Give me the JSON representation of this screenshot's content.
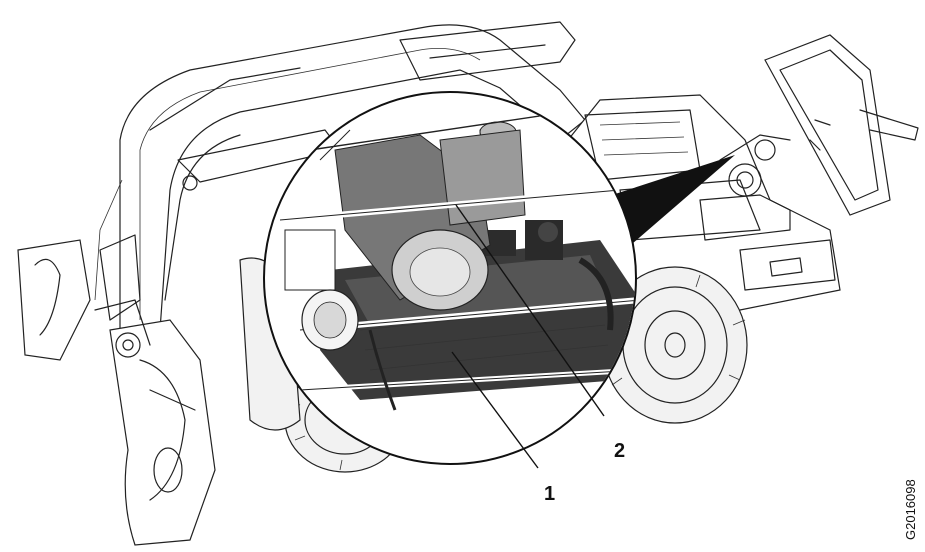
{
  "figure": {
    "code": "G2016098",
    "callouts": [
      {
        "number": "1"
      },
      {
        "number": "2"
      }
    ]
  }
}
